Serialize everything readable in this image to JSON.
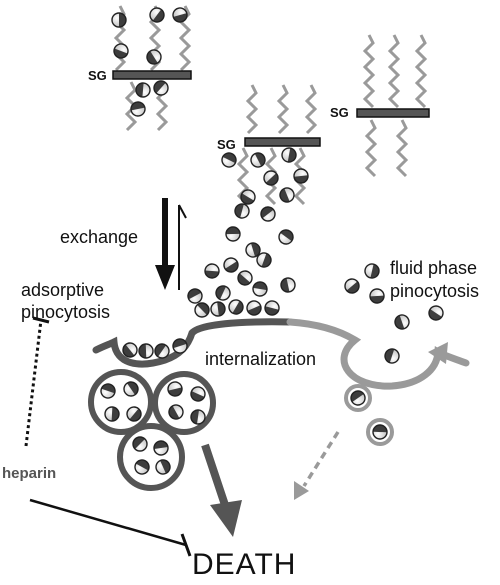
{
  "labels": {
    "sg1": "SG",
    "sg2": "SG",
    "sg3": "SG",
    "exchange": "exchange",
    "adsorptive_line1": "adsorptive",
    "adsorptive_line2": "pinocytosis",
    "internalization": "internalization",
    "fluid_line1": "fluid phase",
    "fluid_line2": "pinocytosis",
    "heparin": "heparin",
    "death": "DEATH"
  },
  "colors": {
    "dark": "#555555",
    "light": "#9a9a9a",
    "ink": "#111111",
    "chain": "#9a9a9a"
  }
}
